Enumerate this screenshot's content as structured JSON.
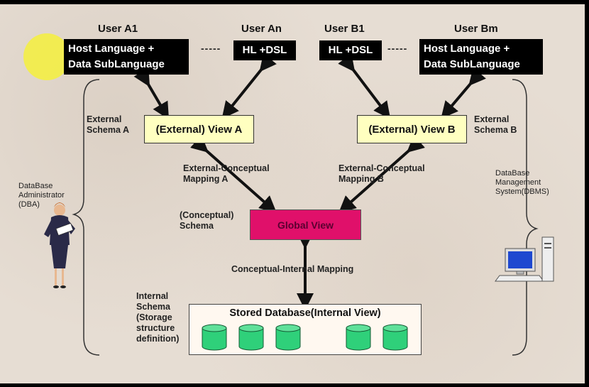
{
  "users": {
    "a1": "User A1",
    "an": "User An",
    "b1": "User B1",
    "bm": "User Bm"
  },
  "host_boxes": {
    "a1_line1": "Host Language +",
    "a1_line2": "Data SubLanguage",
    "an": "HL +DSL",
    "b1": "HL +DSL",
    "bm_line1": "Host Language +",
    "bm_line2": "Data SubLanguage"
  },
  "separator": "-----",
  "views": {
    "a": "(External)  View   A",
    "b": "(External)  View   B",
    "global": "Global View"
  },
  "labels": {
    "external_schema_a_1": "External",
    "external_schema_a_2": "Schema   A",
    "external_schema_b_1": "External",
    "external_schema_b_2": "Schema   B",
    "ext_conc_a_1": "External-Conceptual",
    "ext_conc_a_2": "Mapping A",
    "ext_conc_b_1": "External-Conceptual",
    "ext_conc_b_2": "Mapping B",
    "conceptual_1": "(Conceptual)",
    "conceptual_2": "Schema",
    "conc_internal": "Conceptual-Internal Mapping",
    "internal_1": "Internal",
    "internal_2": "Schema",
    "internal_3": "(Storage",
    "internal_4": "structure",
    "internal_5": "definition)",
    "stored_db": "Stored Database(Internal View)",
    "dba_1": "DataBase",
    "dba_2": "Administrator",
    "dba_3": "(DBA)",
    "dbms_1": "DataBase",
    "dbms_2": "Management",
    "dbms_3": "System(DBMS)"
  },
  "colors": {
    "host_box": "#000000",
    "view_box": "#ffffc0",
    "global_view": "#e0106a",
    "cylinder": "#2fd07a",
    "cursor_highlight": "#f5f03c"
  },
  "icons": [
    "person-icon",
    "computer-icon",
    "database-cylinder-icon",
    "bidirectional-arrow-icon"
  ]
}
